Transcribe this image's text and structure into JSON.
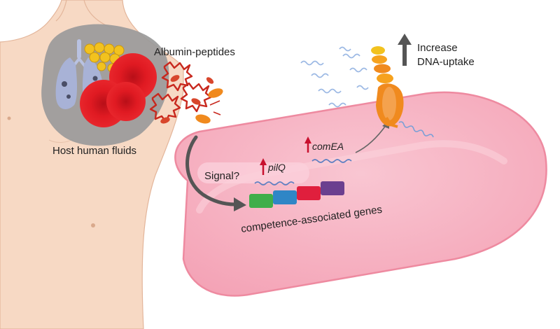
{
  "labels": {
    "host_fluids": "Host human fluids",
    "albumin": "Albumin-peptides",
    "signal": "Signal?",
    "pilq": "pilQ",
    "comea": "comEA",
    "genes": "competence-associated genes",
    "increase_line1": "Increase",
    "increase_line2": "DNA-uptake"
  },
  "colors": {
    "skin": "#f7d9c4",
    "skin_outline": "#e3b59a",
    "fluid_blob": "#9a9a9a",
    "blood_cell": "#e3141e",
    "fat_cell": "#f2c21f",
    "lung": "#a8b2d6",
    "albumin": "#c8281e",
    "bacterium_fill": "#f7b3c2",
    "bacterium_outline": "#ee8aa0",
    "up_arrow": "#c8102e",
    "dna": "#7a9fd6",
    "pilus": "#f08a1e",
    "gene_green": "#3fae4a",
    "gene_blue": "#2f86c6",
    "gene_red": "#e01f3d",
    "gene_purple": "#6b3f8f",
    "dark_arrow": "#555555"
  },
  "genes": [
    {
      "name": "gene-green",
      "color": "#3fae4a"
    },
    {
      "name": "gene-blue",
      "color": "#2f86c6"
    },
    {
      "name": "gene-red",
      "color": "#e01f3d"
    },
    {
      "name": "gene-purple",
      "color": "#6b3f8f"
    }
  ]
}
